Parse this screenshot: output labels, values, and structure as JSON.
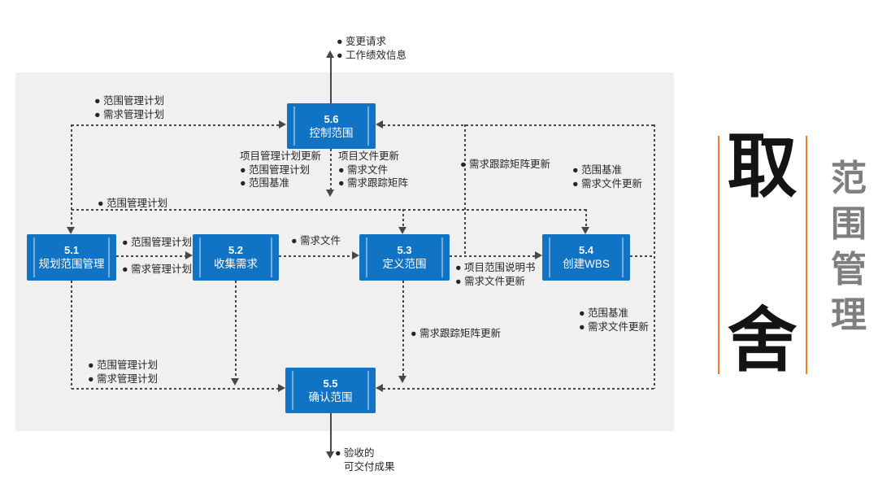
{
  "processes": {
    "p51": {
      "num": "5.1",
      "label": "规划范围管理"
    },
    "p52": {
      "num": "5.2",
      "label": "收集需求"
    },
    "p53": {
      "num": "5.3",
      "label": "定义范围"
    },
    "p54": {
      "num": "5.4",
      "label": "创建WBS"
    },
    "p55": {
      "num": "5.5",
      "label": "确认范围"
    },
    "p56": {
      "num": "5.6",
      "label": "控制范围"
    }
  },
  "annotations": {
    "out56_up": {
      "lines": [
        "● 变更请求",
        "● 工作绩效信息"
      ]
    },
    "in56_left": {
      "lines": [
        "● 范围管理计划",
        "● 需求管理计划"
      ]
    },
    "smp_bus": {
      "lines": [
        "● 范围管理计划"
      ]
    },
    "pmp_updates": {
      "lines": [
        "项目管理计划更新",
        "● 范围管理计划",
        "● 范围基准"
      ]
    },
    "doc_updates": {
      "lines": [
        "项目文件更新",
        "● 需求文件",
        "● 需求跟踪矩阵"
      ]
    },
    "rtm_up": {
      "lines": [
        "● 需求跟踪矩阵更新"
      ]
    },
    "in56_right": {
      "lines": [
        "● 范围基准",
        "● 需求文件更新"
      ]
    },
    "a51_52_top": {
      "lines": [
        "● 范围管理计划"
      ]
    },
    "a51_52_bot": {
      "lines": [
        "● 需求管理计划"
      ]
    },
    "a52_53": {
      "lines": [
        "● 需求文件"
      ]
    },
    "a53_54": {
      "lines": [
        "● 项目范围说明书",
        "● 需求文件更新"
      ]
    },
    "a54_down": {
      "lines": [
        "● 范围基准",
        "● 需求文件更新"
      ]
    },
    "a53_down": {
      "lines": [
        "● 需求跟踪矩阵更新"
      ]
    },
    "a51_55": {
      "lines": [
        "● 范围管理计划",
        "● 需求管理计划"
      ]
    },
    "out55_down": {
      "lines": [
        "● 验收的",
        "可交付成果"
      ]
    }
  },
  "side_panel": {
    "char_top": "取",
    "char_bottom": "舍",
    "vertical_title": "范围管理",
    "v0": "范",
    "v1": "围",
    "v2": "管",
    "v3": "理"
  },
  "colors": {
    "process_blue": "#1173c4",
    "flow_line_gray": "#474747",
    "panel_gray": "#f0f0f0",
    "accent_orange": "#f97b22",
    "side_title_gray": "#7f7f7f"
  }
}
